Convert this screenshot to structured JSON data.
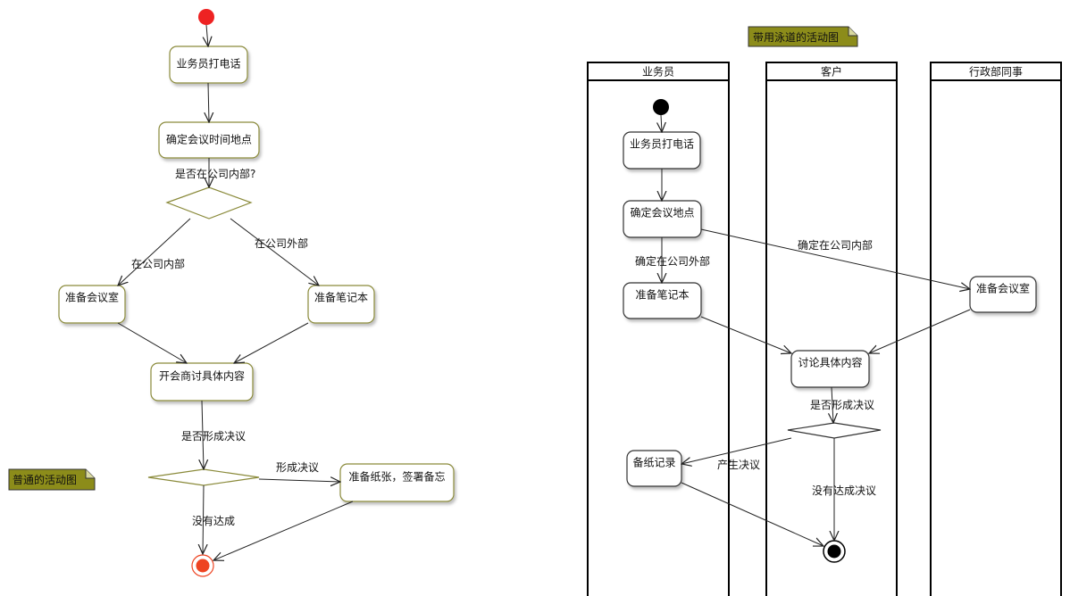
{
  "left": {
    "note": "普通的活动图",
    "nodes": {
      "call": "业务员打电话",
      "confirm_time": "确定会议时间地点",
      "prep_room": "准备会议室",
      "prep_notebook": "准备笔记本",
      "discuss": "开会商讨具体内容",
      "prep_paper": "准备纸张，签署备忘"
    },
    "labels": {
      "in_company_q": "是否在公司内部?",
      "in_company": "在公司内部",
      "out_company": "在公司外部",
      "decision_q": "是否形成决议",
      "formed": "形成决议",
      "not_reached": "没有达成"
    }
  },
  "right": {
    "note": "带用泳道的活动图",
    "lanes": [
      "业务员",
      "客户",
      "行政部同事"
    ],
    "nodes": {
      "call": "业务员打电话",
      "confirm_place": "确定会议地点",
      "prep_notebook": "准备笔记本",
      "prep_room": "准备会议室",
      "discuss": "讨论具体内容",
      "record": "备纸记录"
    },
    "labels": {
      "confirm_outside": "确定在公司外部",
      "confirm_inside": "确定在公司内部",
      "decision_q": "是否形成决议",
      "produce": "产生决议",
      "not_reached": "没有达成决议"
    }
  },
  "colors": {
    "node_border": "#8a8a3a",
    "node_fill": "#ffffff",
    "diamond_border": "#8a8a3a",
    "note_fill": "#8c8c1a",
    "start_red": "#ee2222",
    "end_red": "#ee4422",
    "black": "#000000"
  }
}
